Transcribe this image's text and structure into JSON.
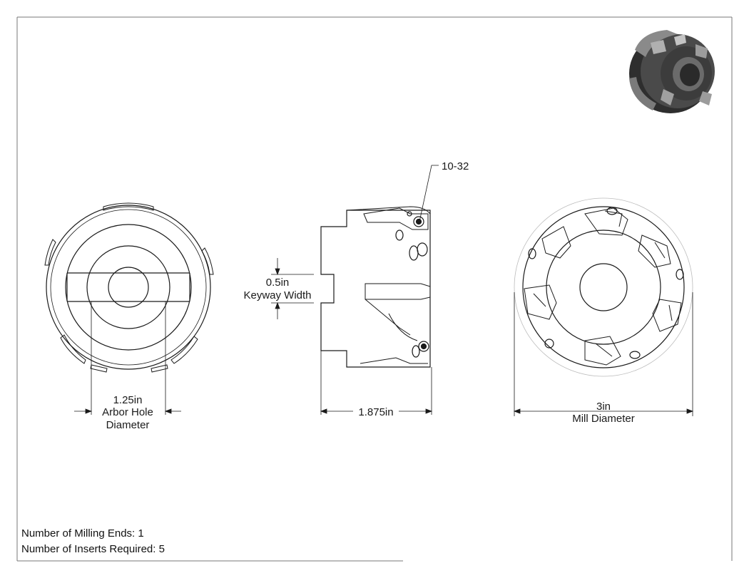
{
  "callouts": {
    "thread": "10-32"
  },
  "dimensions": {
    "keyway_value": "0.5in",
    "keyway_label": "Keyway Width",
    "arbor_value": "1.25in",
    "arbor_label_1": "Arbor Hole",
    "arbor_label_2": "Diameter",
    "length_value": "1.875in",
    "mill_value": "3in",
    "mill_label": "Mill Diameter"
  },
  "notes": {
    "milling_ends_label": "Number of Milling Ends:",
    "milling_ends_value": "1",
    "inserts_label": "Number of Inserts Required:",
    "inserts_value": "5"
  },
  "colors": {
    "line": "#1a1a1a",
    "faint": "#bbbbbb",
    "iso_body": "#3a3a3a",
    "iso_light": "#9a9a9a"
  }
}
